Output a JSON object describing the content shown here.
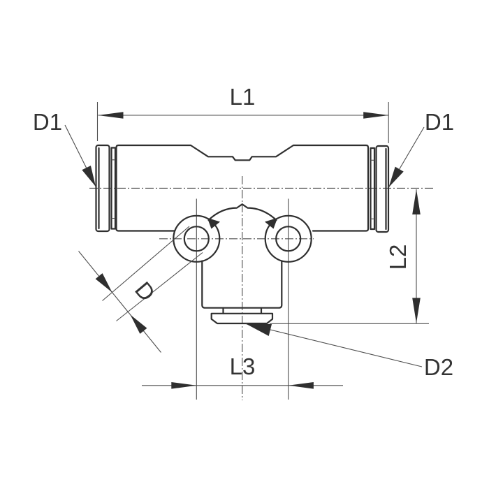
{
  "drawing": {
    "type": "technical-dimension-drawing",
    "subject": "push-in tee fitting, front view",
    "labels": {
      "l1": "L1",
      "d1_left": "D1",
      "d1_right": "D1",
      "l2": "L2",
      "d": "D",
      "l3": "L3",
      "d2": "D2"
    },
    "colors": {
      "outline": "#2f2f2f",
      "thin_line": "#4d4d4d",
      "text": "#333333",
      "background": "#ffffff"
    }
  }
}
